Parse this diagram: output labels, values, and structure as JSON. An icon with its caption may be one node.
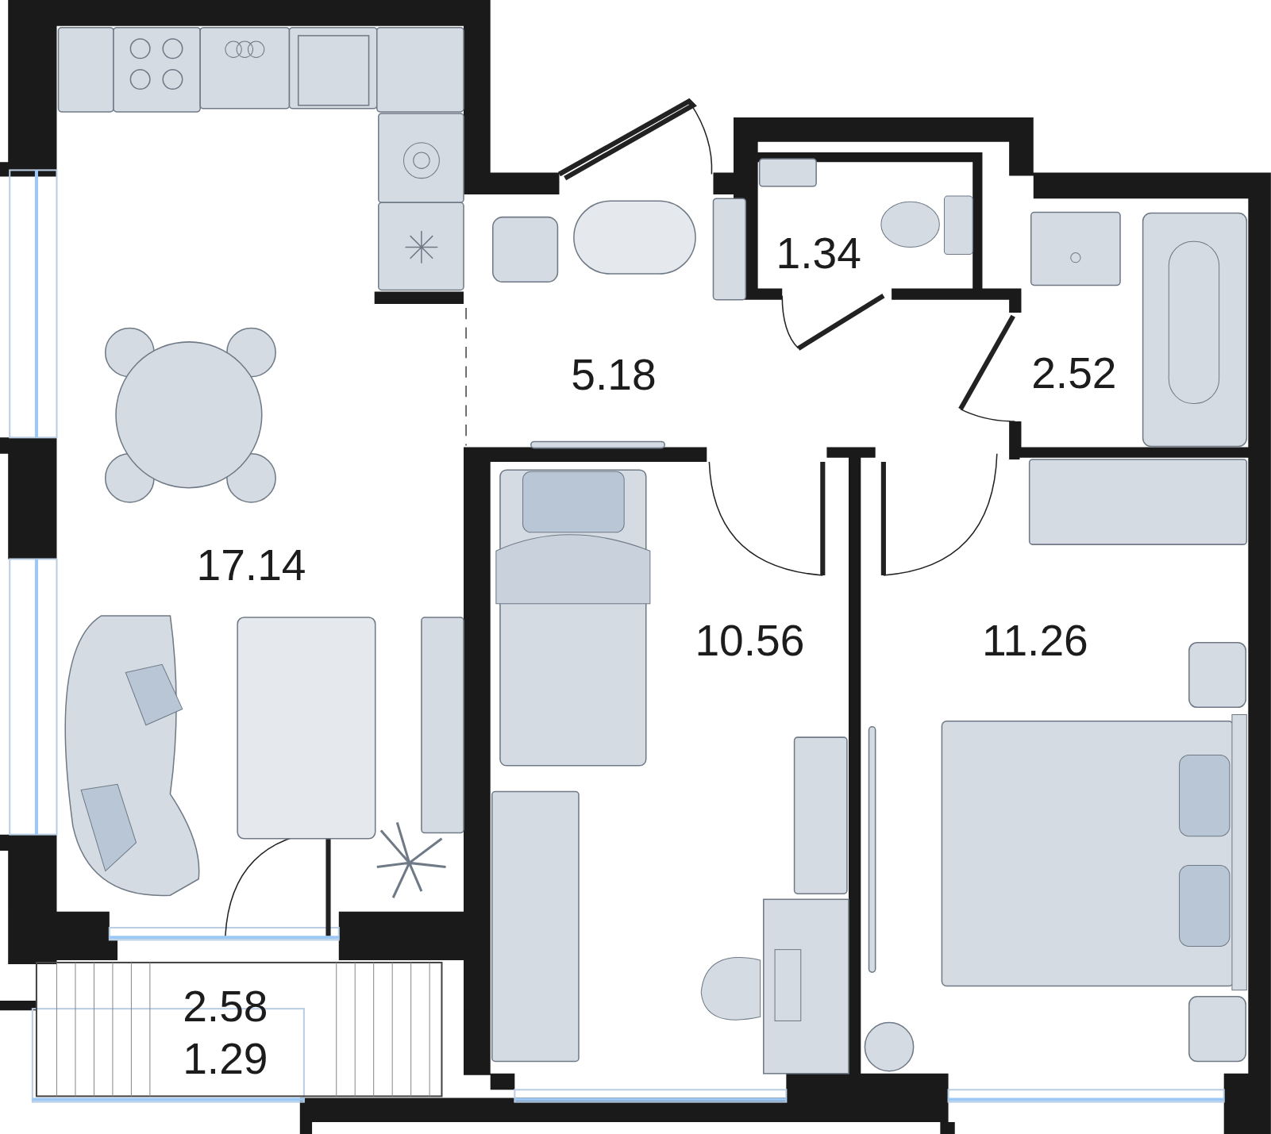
{
  "diagram": {
    "nodes": [
      {
        "text": [
          "1.34"
        ]
      },
      {
        "text": [
          "5.18"
        ]
      },
      {
        "text": [
          "2.52"
        ]
      },
      {
        "text": [
          "17.14"
        ]
      },
      {
        "text": [
          "10.56"
        ]
      },
      {
        "text": [
          "11.26"
        ]
      },
      {
        "text": [
          "2.58",
          "1.29"
        ]
      }
    ],
    "edges": []
  }
}
